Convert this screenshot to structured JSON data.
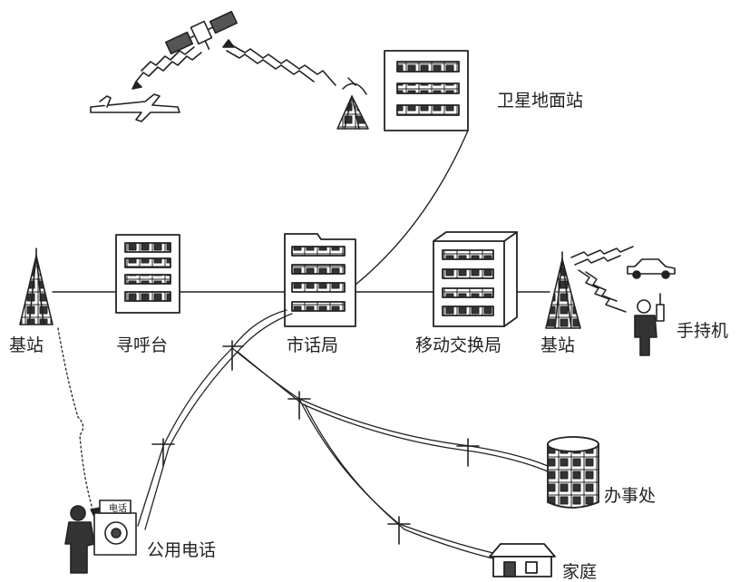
{
  "labels": {
    "satellite_ground_station": "卫星地面站",
    "base_station_left": "基站",
    "paging_center": "寻呼台",
    "local_telephone_office": "市话局",
    "mobile_switching_center": "移动交换局",
    "base_station_right": "基站",
    "handset": "手持机",
    "office": "办事处",
    "public_phone": "公用电话",
    "home": "家庭"
  },
  "phone_sign": "电话",
  "colors": {
    "ink": "#222222",
    "paper": "#ffffff"
  }
}
